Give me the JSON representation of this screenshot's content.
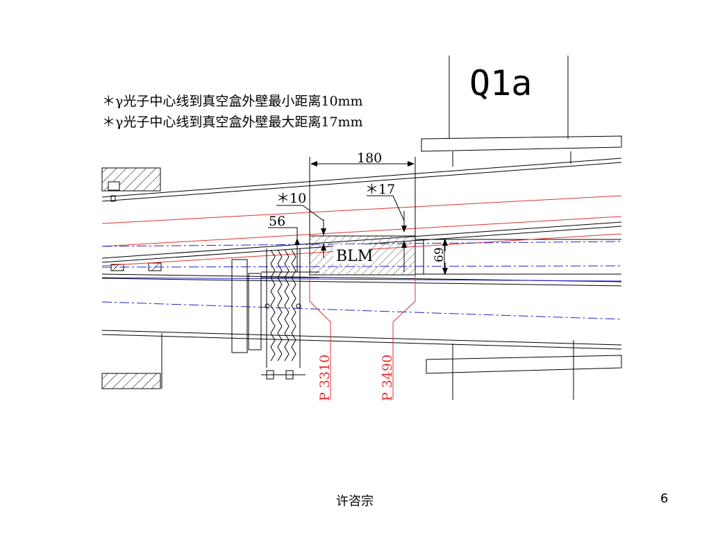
{
  "drawing": {
    "title": "Q1a",
    "notes": [
      "＊γ光子中心线到真空盒外壁最小距离10mm",
      "＊γ光子中心线到真空盒外壁最大距离17mm"
    ],
    "dims": {
      "span": "180",
      "min_gap": "＊10",
      "max_gap": "＊17",
      "offset": "56",
      "height": "69"
    },
    "block_label": "BLM",
    "positions": [
      "P 3310",
      "P 3490"
    ]
  },
  "colors": {
    "line": "#000000",
    "beam_red": "#e03030",
    "beam_blue": "#2222cc",
    "hatch": "#555555"
  },
  "footer": {
    "author": "许咨宗",
    "page": "6"
  }
}
